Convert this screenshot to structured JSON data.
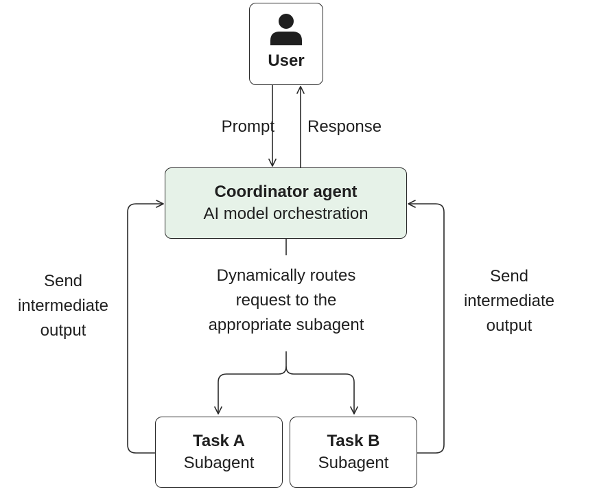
{
  "user": {
    "label": "User",
    "icon": "person-icon"
  },
  "coordinator": {
    "title": "Coordinator agent",
    "subtitle": "AI model orchestration"
  },
  "task_a": {
    "title": "Task A",
    "subtitle": "Subagent"
  },
  "task_b": {
    "title": "Task B",
    "subtitle": "Subagent"
  },
  "edges": {
    "prompt": "Prompt",
    "response": "Response",
    "route": "Dynamically routes\nrequest to the\nappropriate subagent",
    "send_left": "Send\nintermediate\noutput",
    "send_right": "Send\nintermediate\noutput"
  },
  "colors": {
    "coordinator_fill": "#e6f2e8",
    "stroke": "#2a2a2a"
  }
}
